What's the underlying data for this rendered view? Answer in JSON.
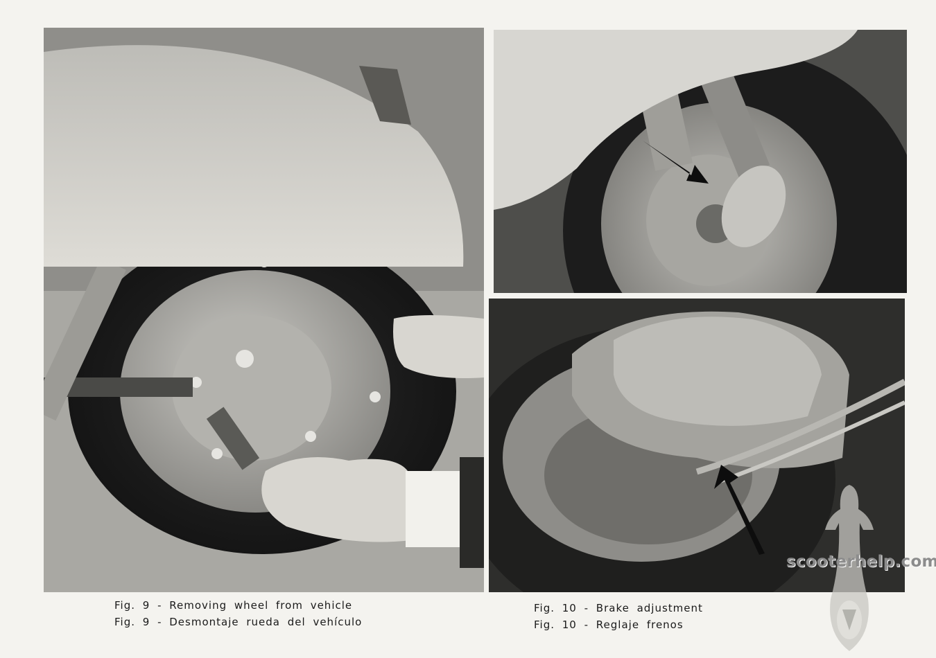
{
  "figures": [
    {
      "lines": [
        "Fig. 9 - Removing wheel from vehicle",
        "Fig. 9 - Desmontaje rueda del vehículo"
      ]
    },
    {
      "lines": [
        "Fig. 10 - Brake adjustment",
        "Fig. 10 - Reglaje frenos"
      ]
    }
  ],
  "watermark": "scooterhelp.com"
}
